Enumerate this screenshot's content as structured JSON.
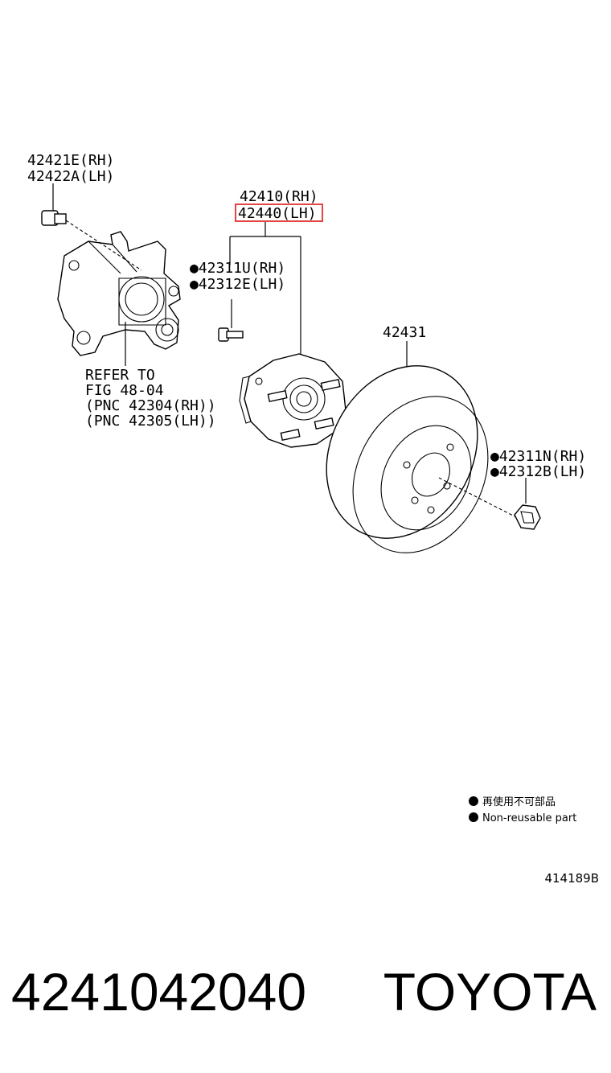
{
  "labels": {
    "bolt_rh": "42421E(RH)",
    "bolt_lh": "42422A(LH)",
    "hub_rh": "42410(RH)",
    "hub_lh": "42440(LH)",
    "stud_rh": "●42311U(RH)",
    "stud_lh": "●42312E(LH)",
    "disc": "42431",
    "nut_rh": "●42311N(RH)",
    "nut_lh": "●42312B(LH)",
    "refer_1": "REFER TO",
    "refer_2": "FIG 48-04",
    "refer_3": "(PNC 42304(RH))",
    "refer_4": "(PNC 42305(LH))"
  },
  "legend": {
    "jp": "再使用不可部品",
    "en": "Non-reusable part"
  },
  "illustration_code": "414189B",
  "footer": {
    "part_number": "4241042040",
    "brand": "TOYOTA"
  },
  "colors": {
    "highlight": "#e03030",
    "ink": "#000000"
  }
}
